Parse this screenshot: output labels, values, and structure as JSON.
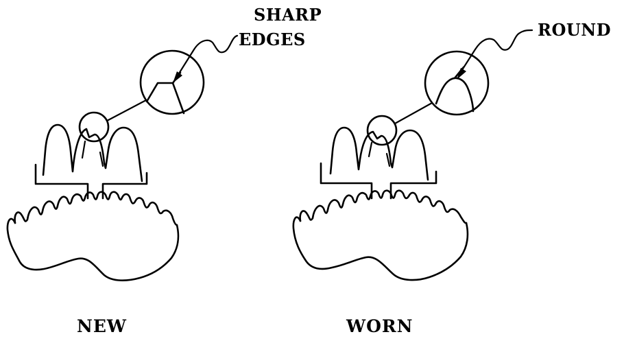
{
  "figure": {
    "new": {
      "caption": "NEW",
      "callout_lines": [
        "SHARP",
        "EDGES"
      ]
    },
    "worn": {
      "caption": "WORN",
      "callout_lines": [
        "ROUND"
      ]
    }
  },
  "colors": {
    "ink": "#000000",
    "paper": "#ffffff"
  }
}
